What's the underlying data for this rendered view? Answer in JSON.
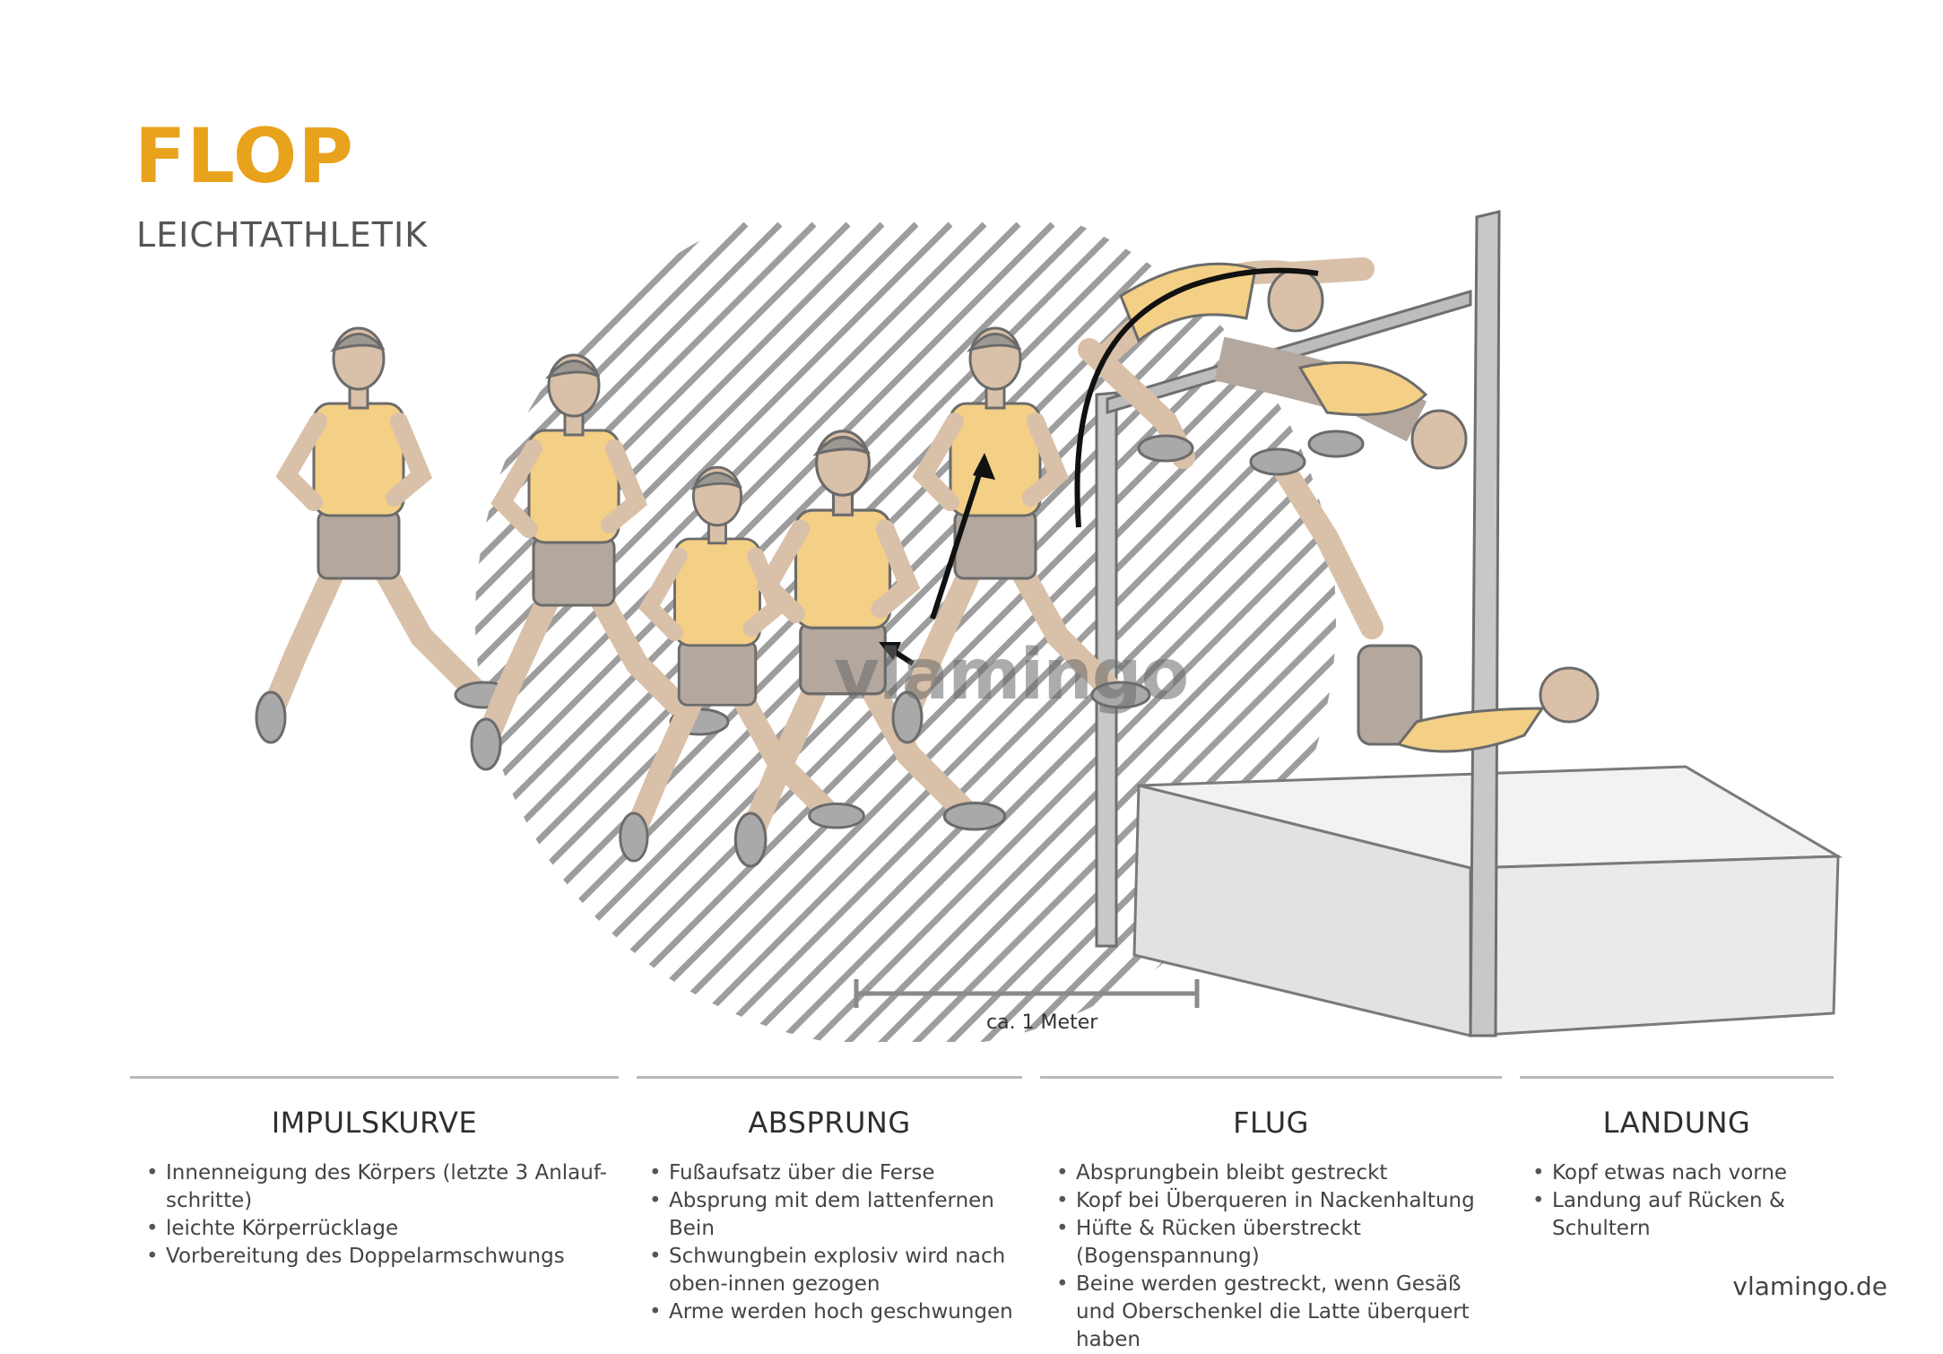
{
  "header": {
    "title": "FLOP",
    "subtitle": "LEICHTATHLETIK"
  },
  "illustration": {
    "scale_label": "ca. 1 Meter",
    "watermark": "vlamingo",
    "colors": {
      "shirt": "#f4cf86",
      "skin": "#d9c0a8",
      "shorts": "#b3a79e",
      "shoe": "#a9a9a9",
      "hatch": "#8c8c8c",
      "pole": "#c6c6c6",
      "mat": "#e3e3e3"
    }
  },
  "sections": [
    {
      "heading": "IMPULSKURVE",
      "items": [
        "Innenneigung des Körpers (letzte 3 Anlauf-schritte)",
        "leichte Körperrücklage",
        "Vorbereitung des Doppelarmschwungs"
      ]
    },
    {
      "heading": "ABSPRUNG",
      "items": [
        "Fußaufsatz über die Ferse",
        "Absprung mit dem lattenfernen Bein",
        "Schwungbein explosiv wird nach oben-innen gezogen",
        "Arme werden hoch geschwungen"
      ]
    },
    {
      "heading": "FLUG",
      "items": [
        "Absprungbein bleibt gestreckt",
        "Kopf bei Überqueren in Nackenhaltung",
        "Hüfte & Rücken überstreckt (Bogenspannung)",
        "Beine werden gestreckt, wenn Gesäß und Oberschenkel die Latte überquert haben"
      ]
    },
    {
      "heading": "LANDUNG",
      "items": [
        "Kopf etwas nach vorne",
        "Landung auf Rücken & Schultern"
      ]
    }
  ],
  "footer": {
    "credit": "vlamingo.de"
  }
}
